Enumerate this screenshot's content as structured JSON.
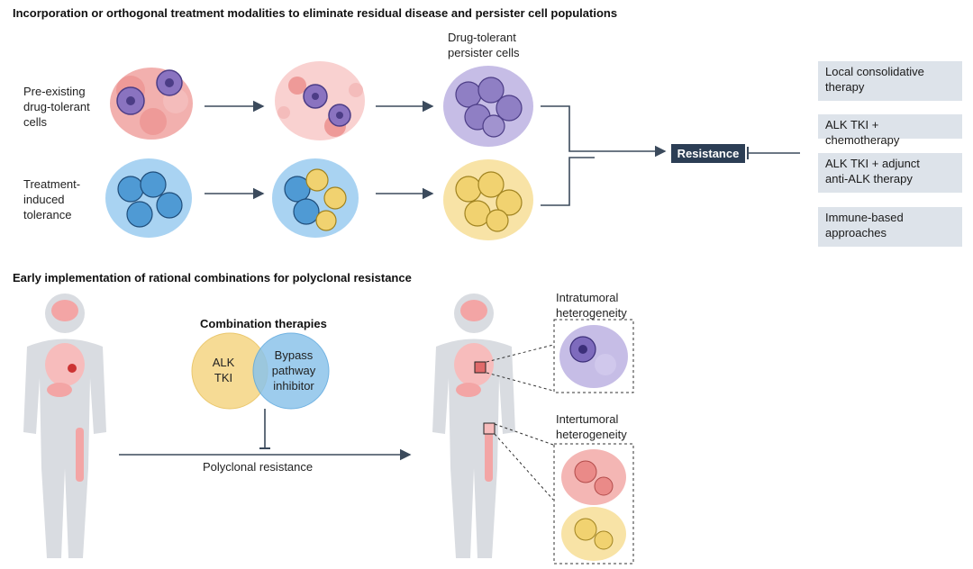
{
  "top_section": {
    "title": "Incorporation or orthogonal treatment modalities to eliminate residual disease and persister cell populations",
    "row1_label": "Pre-existing\ndrug-tolerant\ncells",
    "row2_label": "Treatment-\ninduced\ntolerance",
    "persister_label": "Drug-tolerant\npersister cells",
    "resistance_label": "Resistance",
    "treatments": [
      "Local consolidative\ntherapy",
      "ALK TKI + chemotherapy",
      "ALK TKI + adjunct\nanti-ALK therapy",
      "Immune-based\napproaches"
    ]
  },
  "bottom_section": {
    "title": "Early implementation of rational combinations for polyclonal resistance",
    "combination_title": "Combination therapies",
    "circle_left": "ALK\nTKI",
    "circle_right": "Bypass\npathway\ninhibitor",
    "polyclonal_label": "Polyclonal resistance",
    "intratumoral_label": "Intratumoral\nheterogeneity",
    "intertumoral_label": "Intertumoral\nheterogeneity"
  },
  "colors": {
    "pink_cell": "#f0a0a0",
    "purple_cell": "#8f7fc4",
    "blue_cell": "#5aa6dd",
    "yellow_cell": "#f1d270",
    "navy": "#2c3e55",
    "treatment_box": "#dde3ea",
    "alk_circle": "#f6d88a",
    "bypass_circle": "#8cc4ea"
  }
}
